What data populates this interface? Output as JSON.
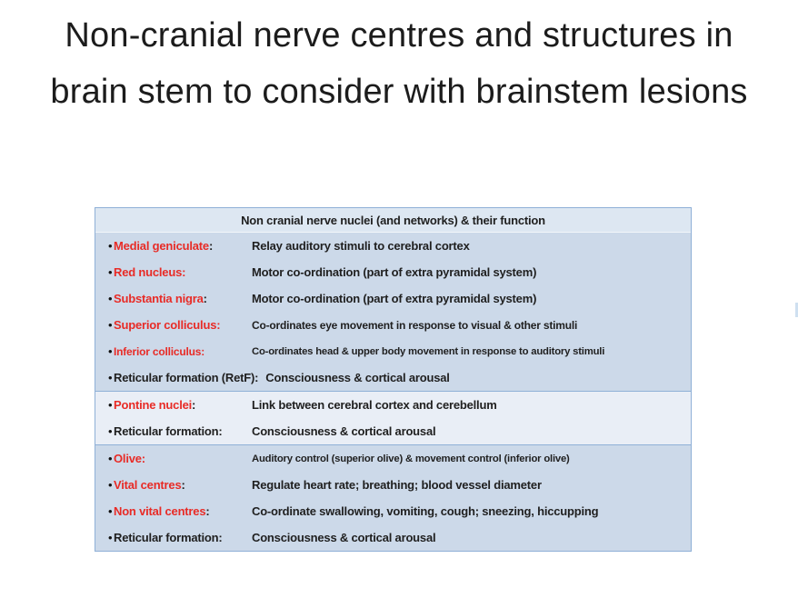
{
  "slide": {
    "title_line1": "Non-cranial nerve centres and structures in",
    "title_line2": "brain stem to consider with brainstem lesions"
  },
  "table": {
    "header": "Non cranial nerve nuclei (and networks) & their function",
    "bullet_glyph": "•",
    "colon_char": ":",
    "sections": [
      {
        "rows": [
          {
            "label": "Medial geniculate",
            "label_red": true,
            "colon_red": false,
            "desc": "Relay auditory stimuli to cerebral cortex",
            "label_size": "md",
            "desc_size": "md"
          },
          {
            "label": "Red nucleus",
            "label_red": true,
            "colon_red": true,
            "desc": "Motor co-ordination (part of extra pyramidal system)",
            "label_size": "md",
            "desc_size": "md"
          },
          {
            "label": "Substantia nigra",
            "label_red": true,
            "colon_red": false,
            "desc": "Motor co-ordination (part of extra pyramidal system)",
            "label_size": "md",
            "desc_size": "md"
          },
          {
            "label": "Superior colliculus",
            "label_red": true,
            "colon_red": true,
            "desc": "Co-ordinates eye movement in response to visual & other stimuli",
            "label_size": "md",
            "desc_size": "sm"
          },
          {
            "label": "Inferior colliculus",
            "label_red": true,
            "colon_red": true,
            "desc": "Co-ordinates head & upper body movement in response to auditory stimuli",
            "label_size": "sm",
            "desc_size": "xs"
          },
          {
            "label": "Reticular formation (RetF)",
            "label_red": false,
            "colon_red": false,
            "desc": "Consciousness & cortical arousal",
            "label_size": "md",
            "desc_size": "md"
          }
        ]
      },
      {
        "rows": [
          {
            "label": "Pontine nuclei",
            "label_red": true,
            "colon_red": false,
            "desc": "Link between cerebral cortex and cerebellum",
            "label_size": "md",
            "desc_size": "md"
          },
          {
            "label": "Reticular formation",
            "label_red": false,
            "colon_red": false,
            "desc": "Consciousness & cortical arousal",
            "label_size": "md",
            "desc_size": "md"
          }
        ]
      },
      {
        "rows": [
          {
            "label": "Olive",
            "label_red": true,
            "colon_red": true,
            "desc": "Auditory control (superior olive) & movement control (inferior olive)",
            "label_size": "md",
            "desc_size": "xs"
          },
          {
            "label": "Vital centres",
            "label_red": true,
            "colon_red": false,
            "desc": "Regulate heart rate; breathing; blood vessel diameter",
            "label_size": "md",
            "desc_size": "md"
          },
          {
            "label": "Non vital centres",
            "label_red": true,
            "colon_red": false,
            "desc": "Co-ordinate swallowing, vomiting, cough; sneezing, hiccupping",
            "label_size": "md",
            "desc_size": "md"
          },
          {
            "label": "Reticular formation",
            "label_red": false,
            "colon_red": false,
            "desc": "Consciousness & cortical arousal",
            "label_size": "md",
            "desc_size": "md"
          }
        ]
      }
    ]
  },
  "colors": {
    "red_label": "#e82b26",
    "black_text": "#1f1f1f",
    "table_border": "#8fb0d7",
    "header_bg": "#dde7f2",
    "section_bg": "#ccd9e9",
    "section_alt_bg": "#e9eef6"
  }
}
